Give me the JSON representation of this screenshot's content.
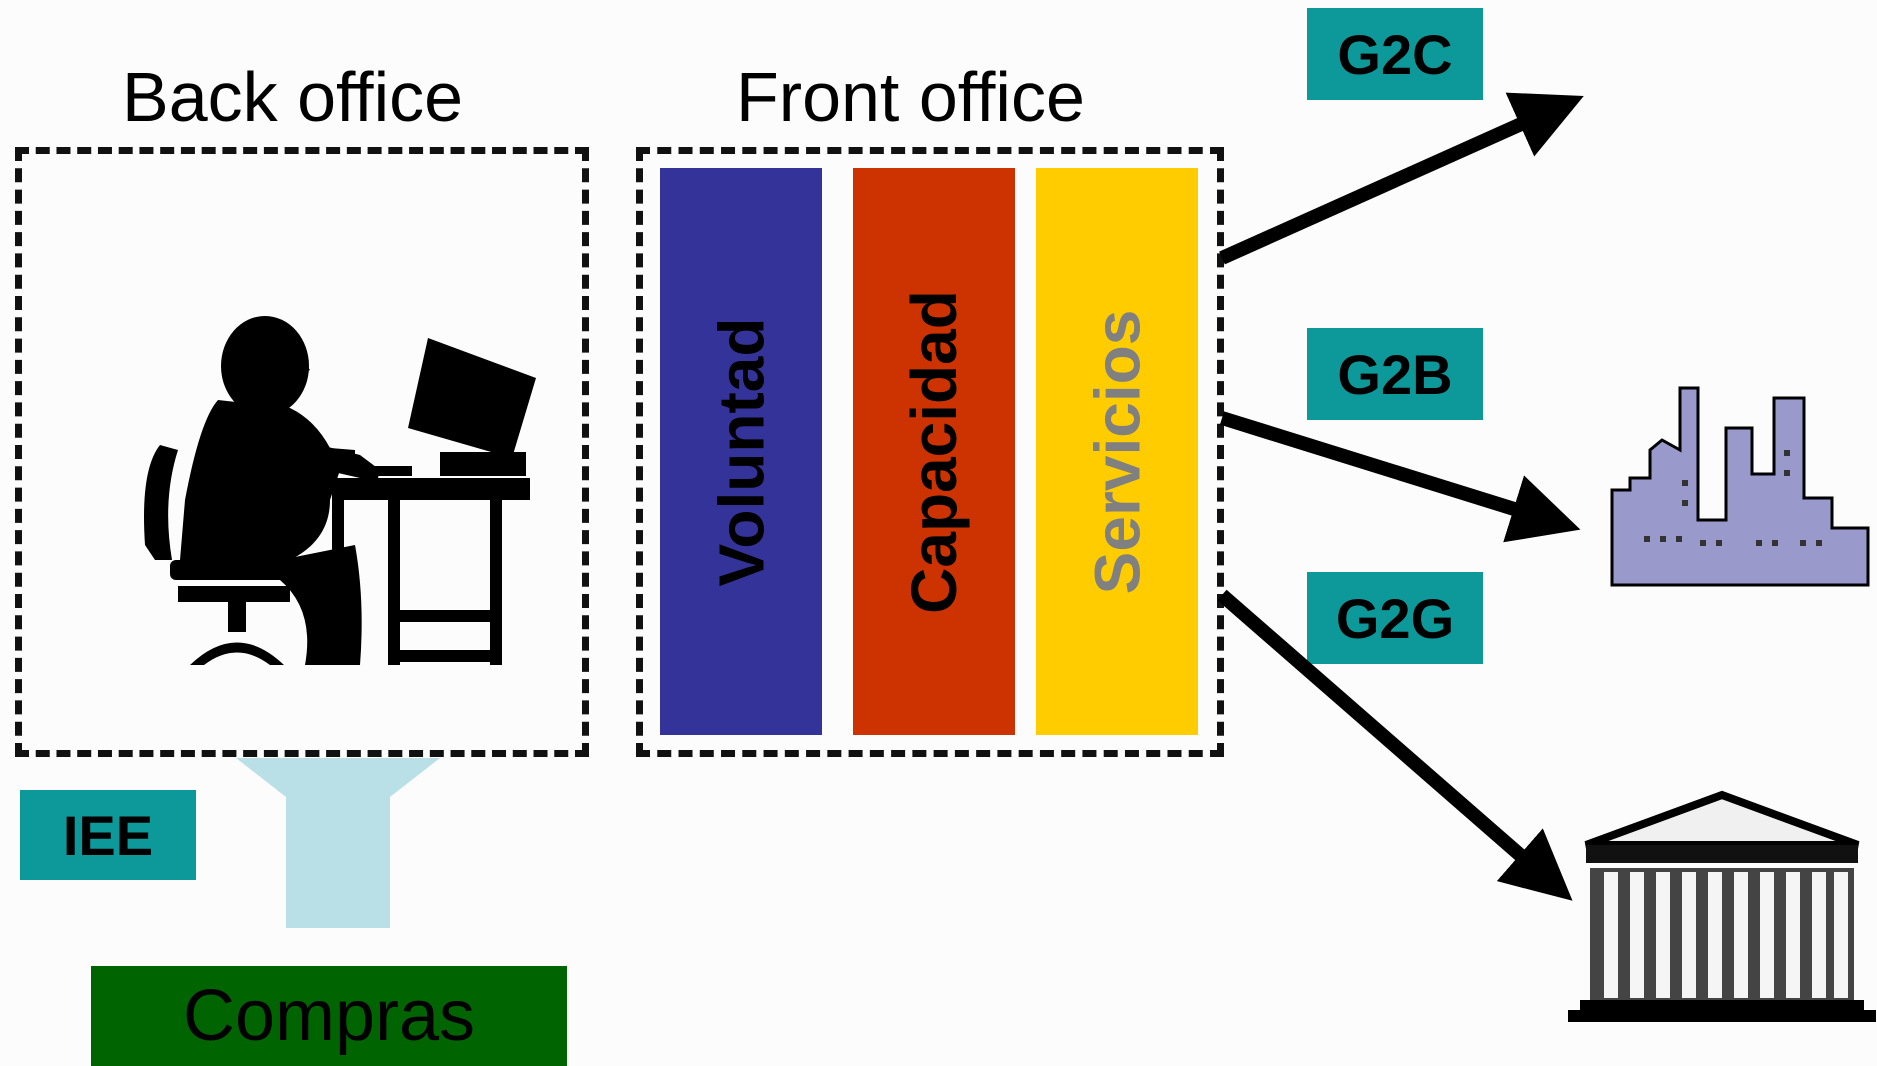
{
  "back_office": {
    "title": "Back office"
  },
  "front_office": {
    "title": "Front office",
    "columns": [
      {
        "label": "Voluntad",
        "color": "#333399",
        "text_color": "#000000"
      },
      {
        "label": "Capacidad",
        "color": "#CC3300",
        "text_color": "#000000"
      },
      {
        "label": "Servicios",
        "color": "#FFCC00",
        "text_color": "#808080"
      }
    ]
  },
  "tags": {
    "g2c": "G2C",
    "g2b": "G2B",
    "g2g": "G2G",
    "iee": "IEE"
  },
  "compras": "Compras",
  "colors": {
    "tag": "#0D9999",
    "compras": "#006400",
    "up_arrow": "#B9E0E6",
    "factory": "#9999CC"
  },
  "icons": [
    "person-at-computer-icon",
    "factory-icon",
    "government-building-icon"
  ]
}
